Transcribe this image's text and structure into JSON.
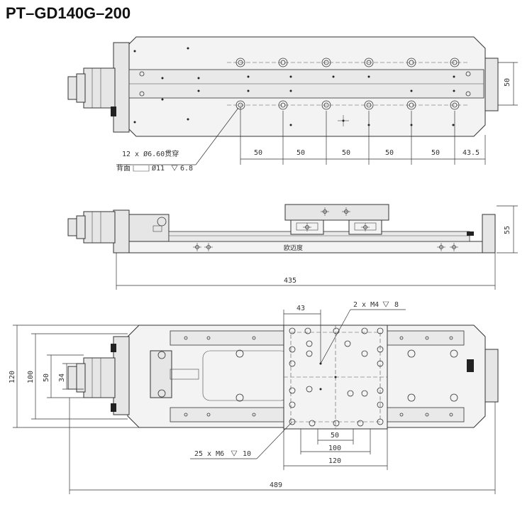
{
  "title": "PT–GD140G–200",
  "top_view": {
    "note_line1": "12 x Ø6.60贯穿",
    "note_line2_a": "背面",
    "note_line2_b": "Ø11",
    "note_line2_c": "6.8",
    "dim_50_a": "50",
    "dim_50_b": "50",
    "dim_50_c": "50",
    "dim_50_d": "50",
    "dim_50_e": "50",
    "dim_43_5": "43.5",
    "dim_right_50": "50"
  },
  "side_view": {
    "dim_55": "55",
    "dim_435": "435",
    "label_small": "欧迈度"
  },
  "bottom_view": {
    "dim_43": "43",
    "note_m4": "2 x M4",
    "note_m4_depth": "8",
    "note_m6": "25 x M6",
    "note_m6_depth": "10",
    "dim_50": "50",
    "dim_100": "100",
    "dim_120": "120",
    "dim_489": "489",
    "dim_left_120": "120",
    "dim_left_100": "100",
    "dim_left_50": "50",
    "dim_left_34": "34"
  }
}
